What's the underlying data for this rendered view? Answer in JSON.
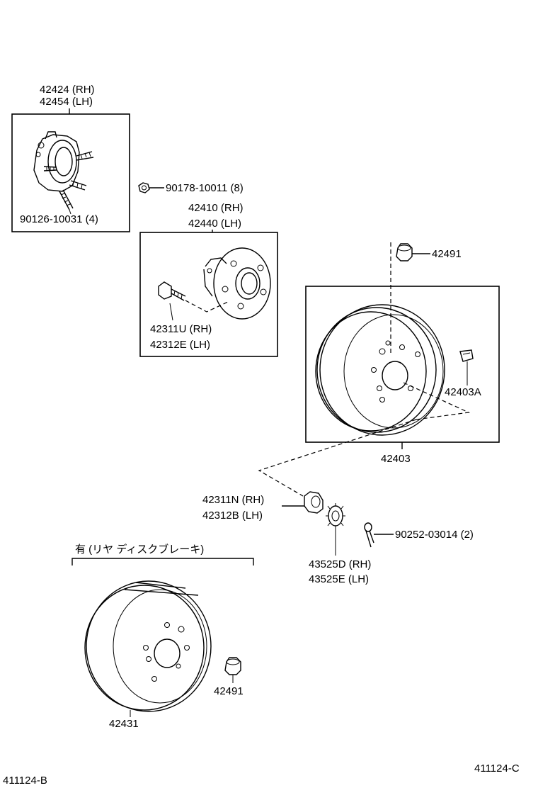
{
  "labels": {
    "caliper_rh": "42424 (RH)",
    "caliper_lh": "42454 (LH)",
    "caliper_stud": "90126-10031 (4)",
    "nut": "90178-10011 (8)",
    "hub_rh": "42410 (RH)",
    "hub_lh": "42440 (LH)",
    "hub_bolt_rh": "42311U (RH)",
    "hub_bolt_lh": "42312E (LH)",
    "hub_cap_top": "42491",
    "drum_clip": "42403A",
    "drum": "42403",
    "hub_nut_rh": "42311N (RH)",
    "hub_nut_lh": "42312B (LH)",
    "nut_lock_rh": "43525D (RH)",
    "nut_lock_lh": "43525E (LH)",
    "cotter_pin": "90252-03014 (2)",
    "disc_option": "有 (リヤ ディスクブレーキ)",
    "disc_cap": "42491",
    "disc": "42431",
    "ref_left": "411124-B",
    "ref_right": "411124-C"
  }
}
